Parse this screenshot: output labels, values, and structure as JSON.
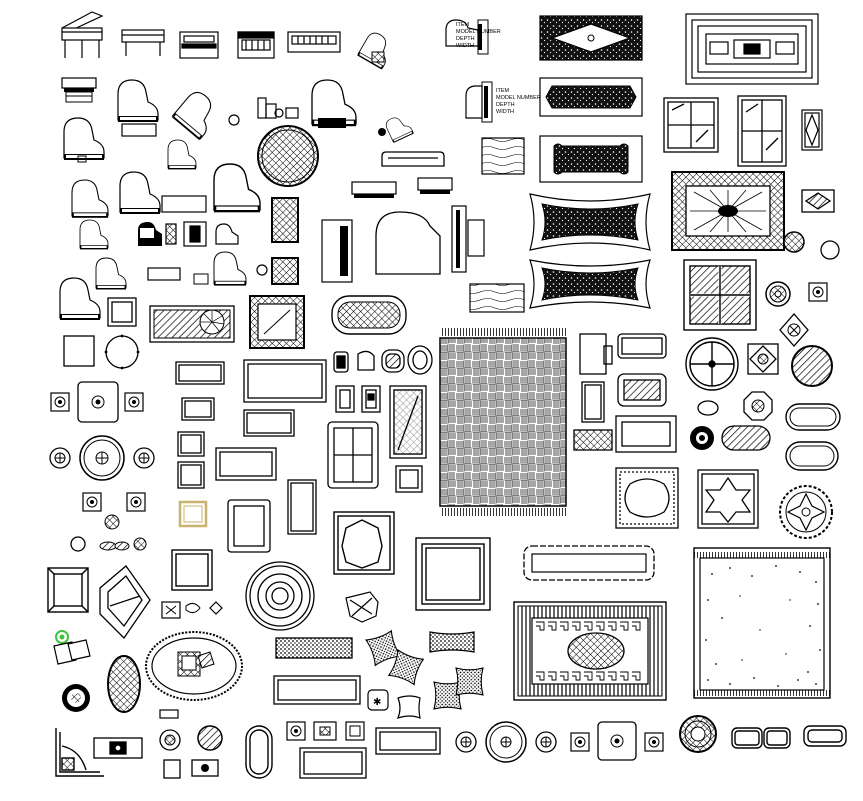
{
  "colors": {
    "ink": "#000000",
    "paper": "#ffffff",
    "selection_green": "#3cc43c",
    "highlight_tan": "#c8b46e"
  },
  "labels": {
    "tag_a": {
      "line1": "ITEM",
      "line2": "MODEL NUMBER",
      "line3": "DEPTH",
      "line4": "WIDTH"
    },
    "tag_b": {
      "line1": "ITEM",
      "line2": "MODEL NUMBER",
      "line3": "DEPTH",
      "line4": "WIDTH"
    }
  },
  "icons": [
    "grand-piano-icon",
    "upright-piano-icon",
    "piano-bench-icon",
    "rug-icon",
    "frame-icon",
    "round-table-icon",
    "pillow-icon",
    "pouf-icon",
    "mirror-icon"
  ]
}
